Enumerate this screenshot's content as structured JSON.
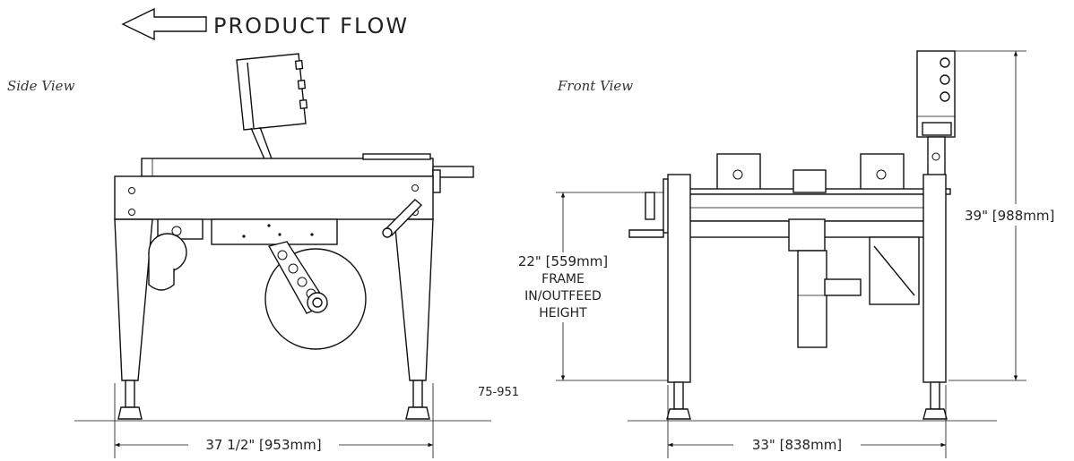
{
  "product_flow": {
    "label": "PRODUCT FLOW",
    "arrow_icon": "left-arrow-icon"
  },
  "side_view": {
    "caption": "Side View",
    "width_dimension": "37 1/2\" [953mm]"
  },
  "front_view": {
    "caption": "Front View",
    "width_dimension": "33\" [838mm]",
    "overall_height_dimension": "39\" [988mm]",
    "frame_height": {
      "line1": "22\" [559mm]",
      "line2": "FRAME",
      "line3": "IN/OUTFEED",
      "line4": "HEIGHT"
    }
  },
  "part_number": "75-951",
  "colors": {
    "line": "#111111",
    "background": "#ffffff",
    "text": "#222222"
  }
}
